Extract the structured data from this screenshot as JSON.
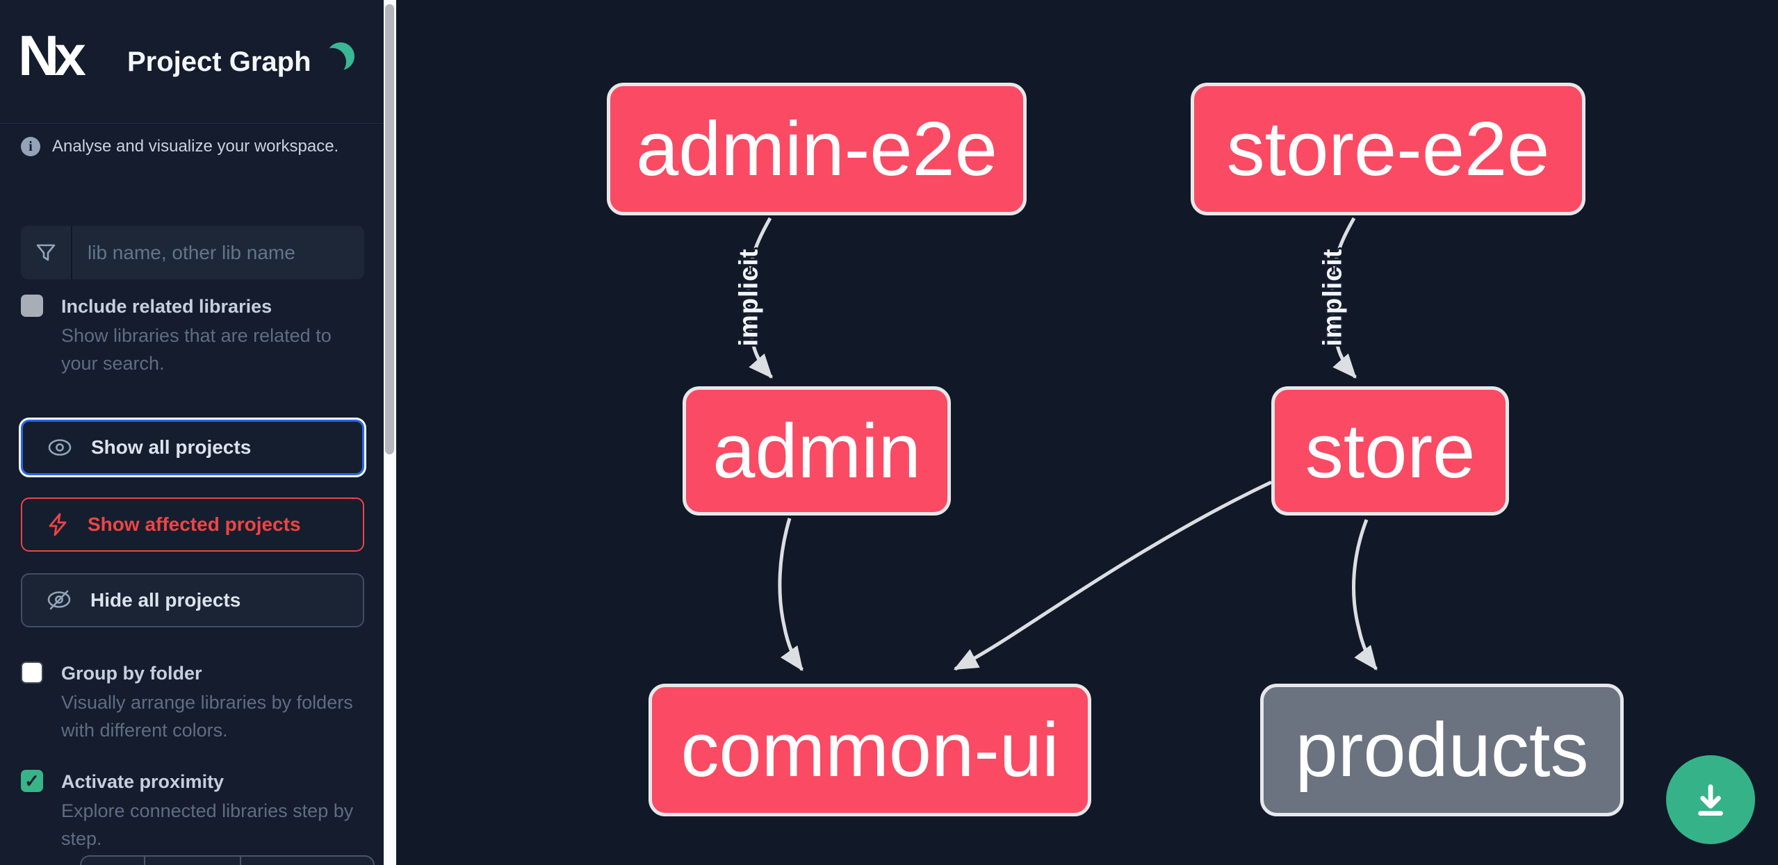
{
  "header": {
    "logo_text": "Nx",
    "title": "Project Graph",
    "theme_toggle_icon": "moon-icon"
  },
  "sidebar": {
    "info_text": "Analyse and visualize your workspace.",
    "search": {
      "placeholder": "lib name, other lib name",
      "icon": "filter-funnel-icon"
    },
    "checkboxes": [
      {
        "label": "Include related libraries",
        "description": "Show libraries that are related to your search.",
        "checked": false
      },
      {
        "label": "Group by folder",
        "description": "Visually arrange libraries by folders with different colors.",
        "checked": false
      },
      {
        "label": "Activate proximity",
        "description": "Explore connected libraries step by step.",
        "checked": true
      }
    ],
    "buttons": [
      {
        "label": "Show all projects",
        "icon": "eye-icon",
        "state": "focused"
      },
      {
        "label": "Show affected projects",
        "icon": "bolt-icon",
        "state": "affected"
      },
      {
        "label": "Hide all projects",
        "icon": "eye-off-icon",
        "state": "default"
      }
    ]
  },
  "graph": {
    "nodes": [
      {
        "label": "admin-e2e",
        "type": "affected"
      },
      {
        "label": "store-e2e",
        "type": "affected"
      },
      {
        "label": "admin",
        "type": "affected"
      },
      {
        "label": "store",
        "type": "affected"
      },
      {
        "label": "common-ui",
        "type": "affected"
      },
      {
        "label": "products",
        "type": "default"
      }
    ],
    "edges": [
      {
        "from": "admin-e2e",
        "to": "admin",
        "label": "implicit"
      },
      {
        "from": "store-e2e",
        "to": "store",
        "label": "implicit"
      },
      {
        "from": "admin",
        "to": "common-ui",
        "label": ""
      },
      {
        "from": "store",
        "to": "common-ui",
        "label": ""
      },
      {
        "from": "store",
        "to": "products",
        "label": ""
      }
    ]
  },
  "fab": {
    "icon": "download-icon"
  },
  "colors": {
    "background": "#111827",
    "sidebar_background": "#141c2d",
    "node_affected_pink": "#fb4a63",
    "node_default_gray": "#6b7280",
    "edge_gray": "#dcdfe2",
    "focus_blue": "#2767ec",
    "affected_red": "#ef4444",
    "accent_green": "#38b489"
  }
}
